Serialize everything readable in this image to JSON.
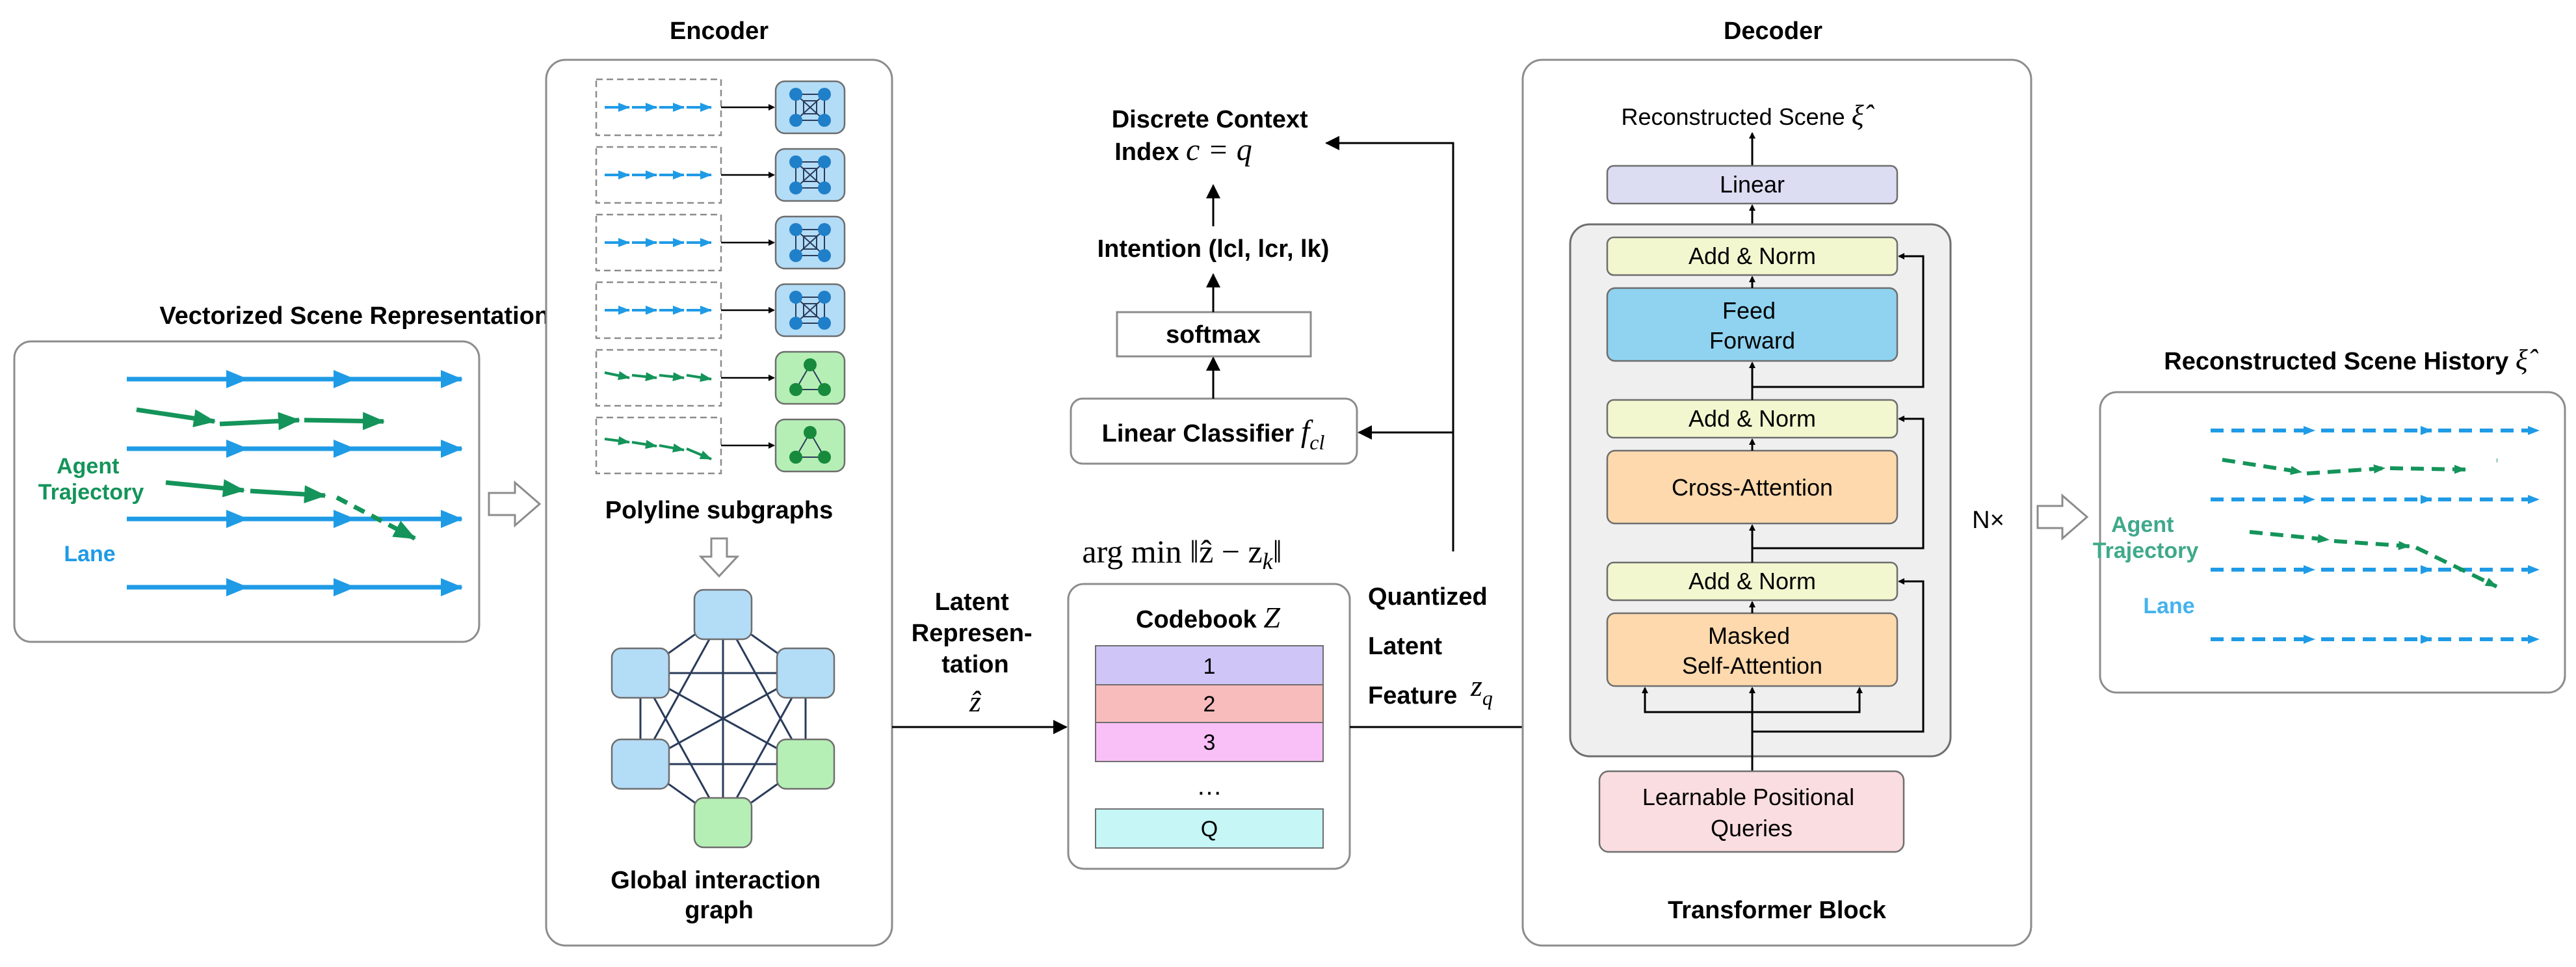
{
  "colors": {
    "lane_blue": "#1f9be6",
    "agent_green": "#14945a",
    "subgraph_blue_fill": "#b3dcf7",
    "subgraph_green_fill": "#b5efb5",
    "linear_fill": "#dcdcf2",
    "add_norm_fill": "#f3f7cf",
    "feed_forward_fill": "#8fd3f0",
    "attention_fill": "#fdd9ad",
    "queries_fill": "#fadde0",
    "codebook_row_1": "#cfc6f7",
    "codebook_row_2": "#f8bcbc",
    "codebook_row_3": "#f8c0f6",
    "codebook_row_q": "#c6f6f6",
    "panel_border": "#8c8c8c"
  },
  "input_scene": {
    "title": "Vectorized Scene Representation",
    "title_symbol": "ξ",
    "agent_label_line1": "Agent",
    "agent_label_line2": "Trajectory",
    "lane_label": "Lane"
  },
  "encoder": {
    "title": "Encoder",
    "subgraphs_label": "Polyline subgraphs",
    "global_label_line1": "Global interaction",
    "global_label_line2": "graph",
    "subgraph_types": [
      "lane",
      "lane",
      "lane",
      "lane",
      "agent",
      "agent"
    ]
  },
  "latent": {
    "label_line1": "Latent",
    "label_line2": "Represen-",
    "label_line3": "tation",
    "symbol": "ẑ"
  },
  "codebook": {
    "argmin": "arg min ‖ẑ − z",
    "argmin_sub": "k",
    "argmin_end": "‖",
    "title": "Codebook",
    "title_symbol": "Z",
    "rows": [
      "1",
      "2",
      "3"
    ],
    "ellipsis": "…",
    "last_row": "Q"
  },
  "quantized": {
    "line1": "Quantized",
    "line2": "Latent",
    "line3": "Feature",
    "symbol": "z",
    "symbol_sub": "q"
  },
  "classifier": {
    "linear_label": "Linear Classifier",
    "linear_symbol": "f",
    "linear_symbol_sub": "cl",
    "softmax": "softmax",
    "intention": "Intention (lcl, lcr, lk)",
    "context_line1": "Discrete Context",
    "context_line2": "Index",
    "context_eq": "c = q"
  },
  "decoder": {
    "title": "Decoder",
    "reconstructed_scene": "Reconstructed Scene",
    "reconstructed_symbol": "ξ̂",
    "linear": "Linear",
    "add_norm": "Add & Norm",
    "feed_forward_line1": "Feed",
    "feed_forward_line2": "Forward",
    "cross_attention": "Cross-Attention",
    "masked_line1": "Masked",
    "masked_line2": "Self-Attention",
    "nx": "N×",
    "queries_line1": "Learnable Positional",
    "queries_line2": "Queries",
    "block_label": "Transformer Block"
  },
  "output_scene": {
    "title": "Reconstructed Scene History",
    "title_symbol": "ξ̂",
    "agent_label_line1": "Agent",
    "agent_label_line2": "Trajectory",
    "lane_label": "Lane"
  }
}
